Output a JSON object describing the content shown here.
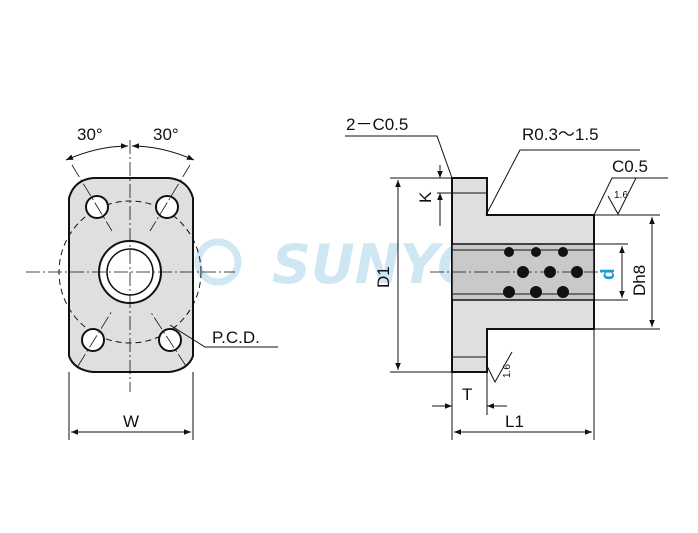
{
  "front_view": {
    "angle_left": "30°",
    "angle_right": "30°",
    "pcd_label": "P.C.D.",
    "width_label": "W"
  },
  "side_view": {
    "chamfer_label": "2－C0.5",
    "radius_label": "R0.3～1.5",
    "chamfer_right_label": "C0.5",
    "roughness_top": "1.6",
    "roughness_bottom": "1.6",
    "k_label": "K",
    "d1_label": "D1",
    "d_label": "d",
    "dh8_label": "Dh8",
    "t_label": "T",
    "l1_label": "L1"
  },
  "watermark": {
    "text": "SUNYON"
  },
  "colors": {
    "accent": "#1e9ad6",
    "part_fill": "#dfdfdf",
    "outline": "#111111"
  }
}
